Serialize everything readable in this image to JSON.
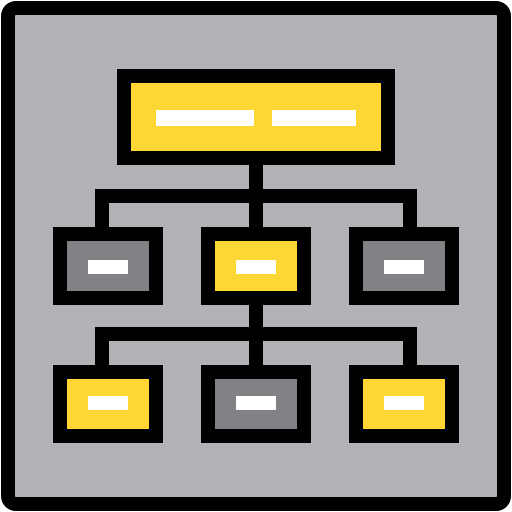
{
  "colors": {
    "outline": "#000000",
    "background": "#b1b3b6",
    "accent_yellow": "#fdd835",
    "node_gray": "#808285",
    "text_bar": "#ffffff"
  },
  "icon": {
    "name": "org-chart-icon"
  },
  "nodes": [
    {
      "name": "root-node",
      "fill": "accent_yellow"
    },
    {
      "name": "level1-left-node",
      "fill": "node_gray"
    },
    {
      "name": "level1-center-node",
      "fill": "accent_yellow"
    },
    {
      "name": "level1-right-node",
      "fill": "node_gray"
    },
    {
      "name": "level2-left-node",
      "fill": "accent_yellow"
    },
    {
      "name": "level2-center-node",
      "fill": "node_gray"
    },
    {
      "name": "level2-right-node",
      "fill": "accent_yellow"
    }
  ]
}
